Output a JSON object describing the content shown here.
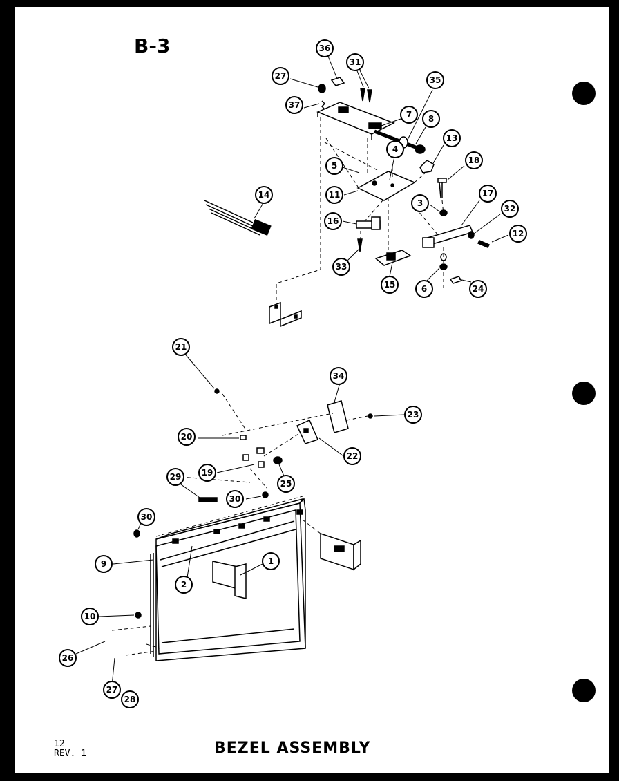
{
  "sheet_code": "B-3",
  "page": {
    "number": "12",
    "revision": "REV. 1"
  },
  "title": "BEZEL ASSEMBLY",
  "callouts": {
    "c36_top": "36",
    "c31": "31",
    "c27_top": "27",
    "c37": "37",
    "c35": "35",
    "c7": "7",
    "c8": "8",
    "c13": "13",
    "c18": "18",
    "c5": "5",
    "c4": "4",
    "c11": "11",
    "c3": "3",
    "c17": "17",
    "c32": "32",
    "c12": "12",
    "c14": "14",
    "c16": "16",
    "c33": "33",
    "c15": "15",
    "c6": "6",
    "c24": "24",
    "c21": "21",
    "c34": "34",
    "c23": "23",
    "c20": "20",
    "c22": "22",
    "c19": "19",
    "c25": "25",
    "c29": "29",
    "c30_mid": "30",
    "c30_left": "30",
    "c9": "9",
    "c1": "1",
    "c2": "2",
    "c10": "10",
    "c26": "26",
    "c27_bot": "27",
    "c28": "28"
  },
  "colors": {
    "ink": "#000000",
    "paper": "#ffffff"
  }
}
